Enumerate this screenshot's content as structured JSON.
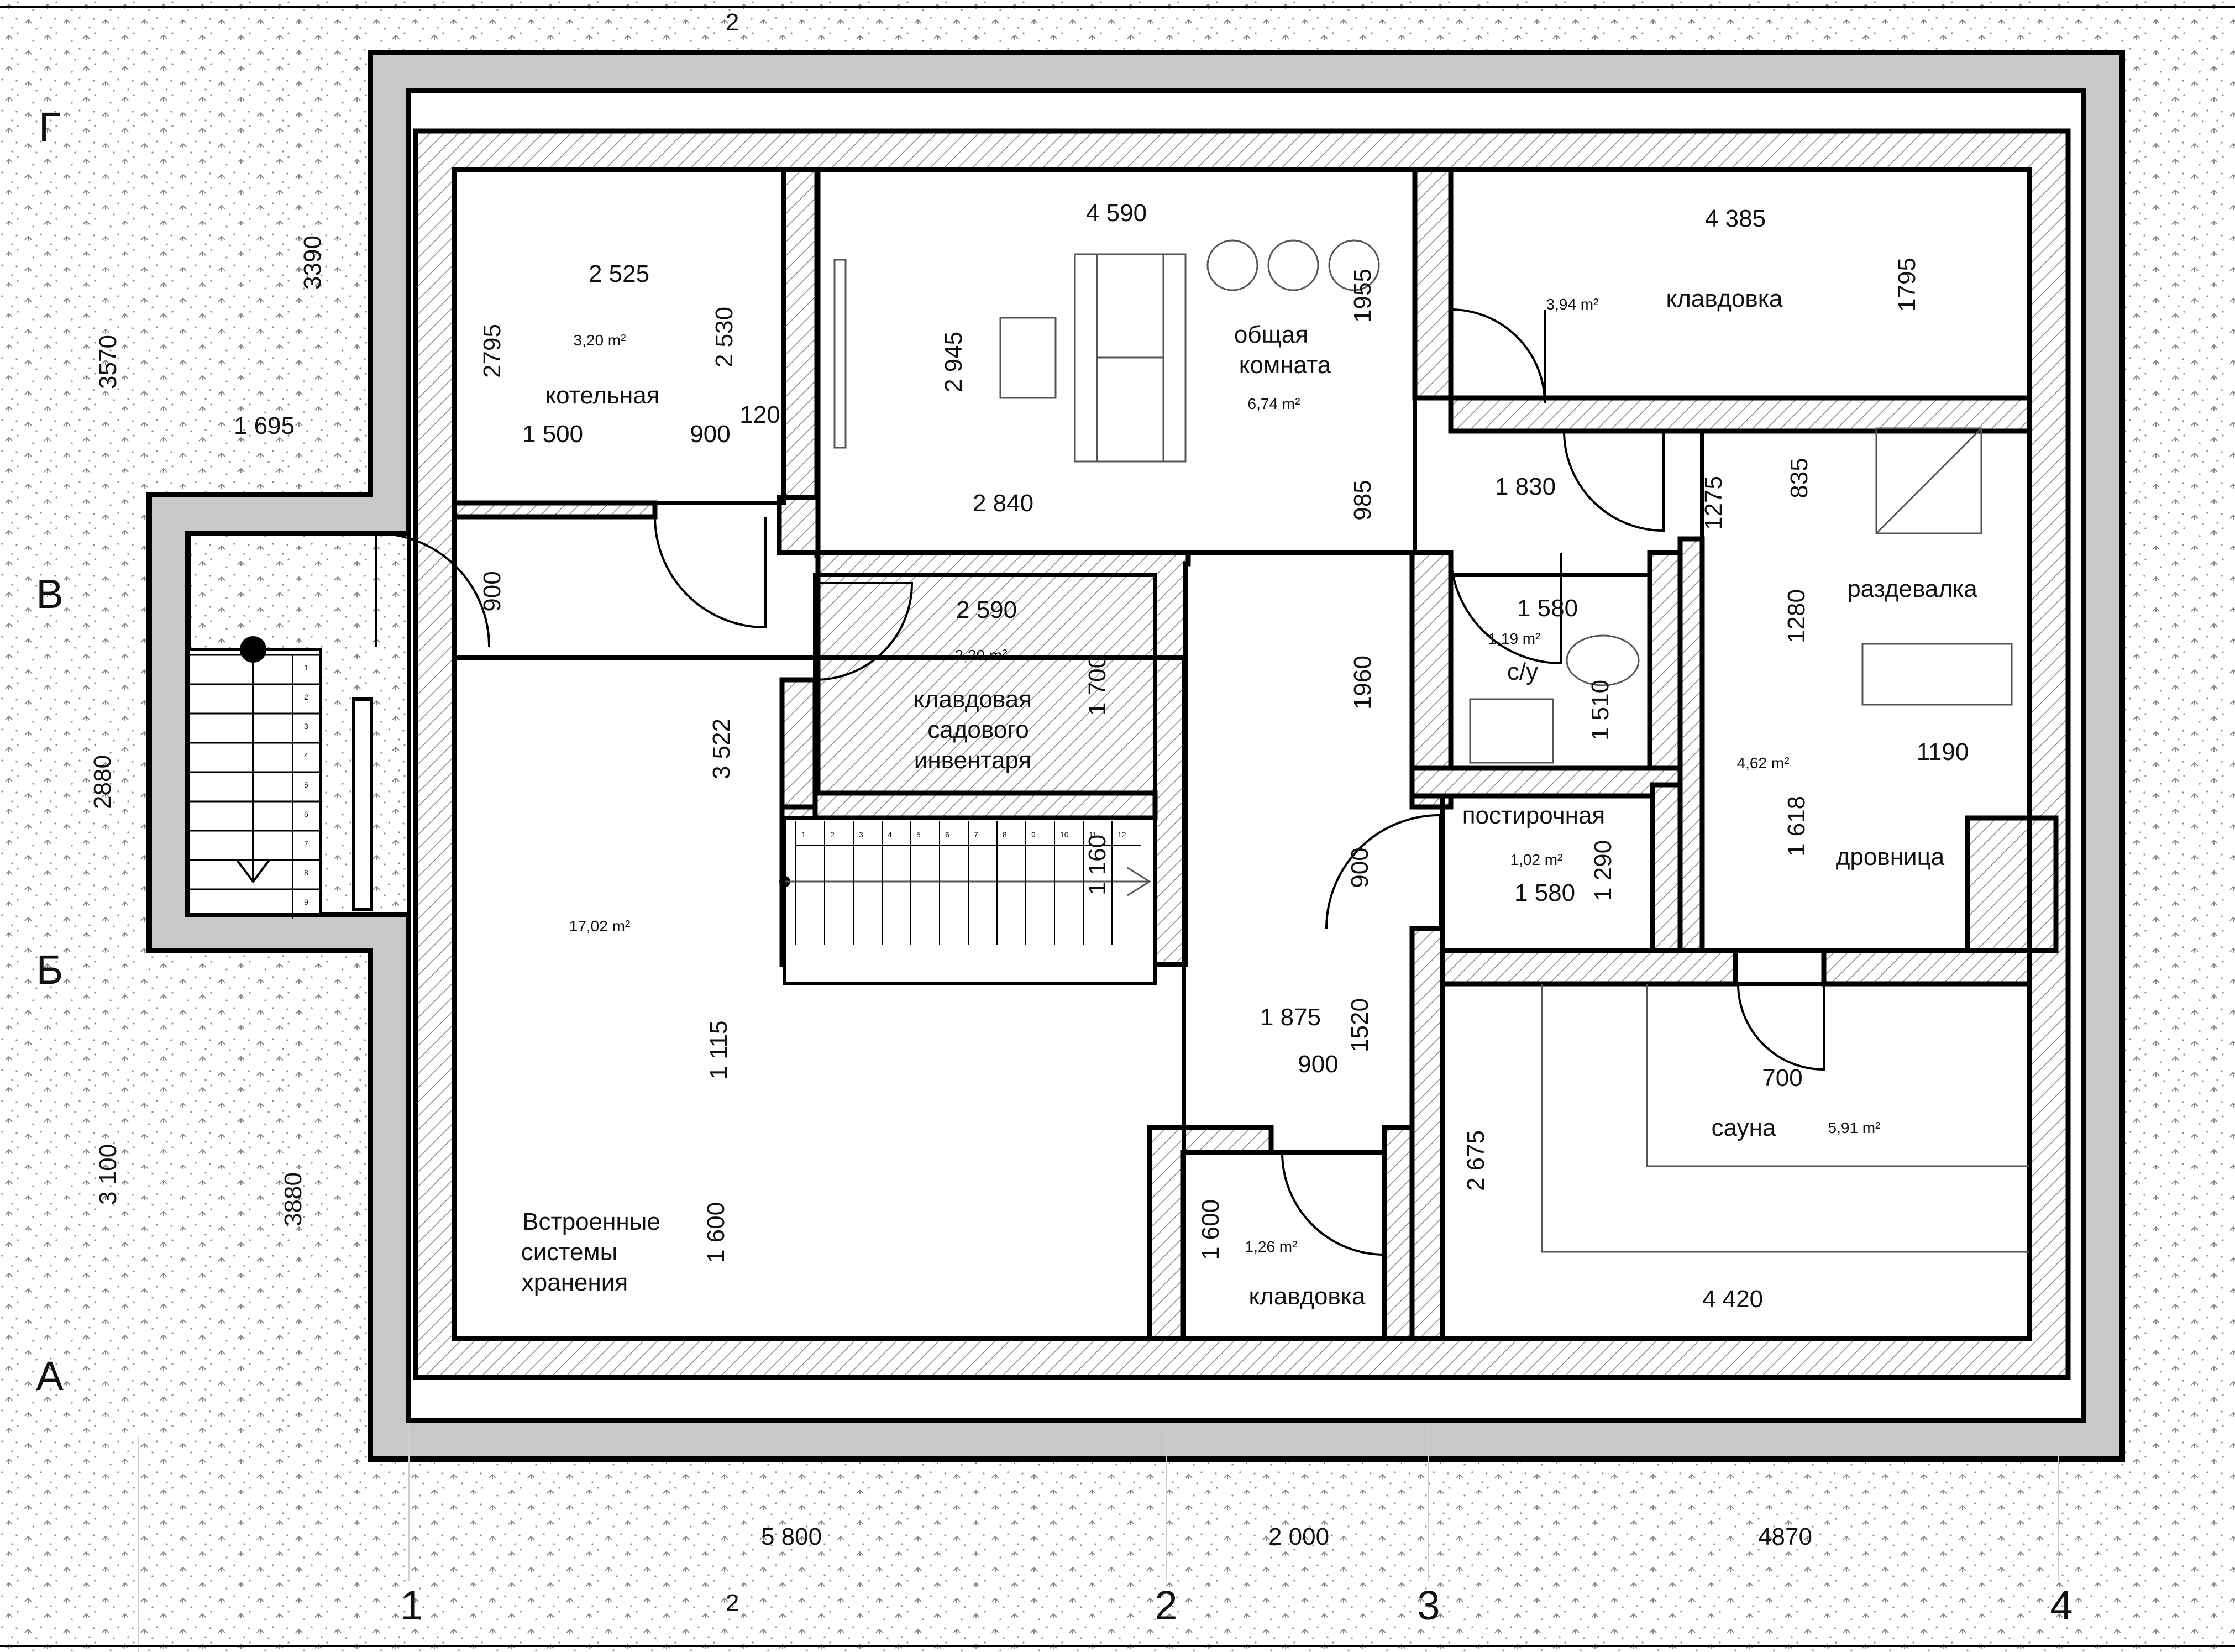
{
  "axes": {
    "columns": [
      "1",
      "2",
      "3",
      "4"
    ],
    "rows": [
      "Г",
      "В",
      "Б",
      "А"
    ],
    "top_marker": "2",
    "bottom_marker": "2"
  },
  "rooms": [
    {
      "id": "boiler",
      "name": [
        "котельная"
      ],
      "area": "3,20 m²"
    },
    {
      "id": "common",
      "name": [
        "общая",
        "комната"
      ],
      "area": "6,74 m²"
    },
    {
      "id": "pantry-ne",
      "name": [
        "клавдовка"
      ],
      "area": "3,94 m²"
    },
    {
      "id": "garden",
      "name": [
        "клавдовая",
        "садового",
        "инвентаря"
      ],
      "area": "2,20 m²"
    },
    {
      "id": "wc",
      "name": [
        "с/у"
      ],
      "area": "1,19 m²"
    },
    {
      "id": "changing",
      "name": [
        "раздевалка"
      ],
      "area": "4,62 m²"
    },
    {
      "id": "laundry",
      "name": [
        "постирочная"
      ],
      "area": "1,02 m²"
    },
    {
      "id": "woodshed",
      "name": [
        "дровница"
      ],
      "area": ""
    },
    {
      "id": "hall",
      "name": [
        "Встроенные",
        "системы",
        "хранения"
      ],
      "area": "17,02 m²"
    },
    {
      "id": "pantry-s",
      "name": [
        "клавдовка"
      ],
      "area": "1,26 m²"
    },
    {
      "id": "sauna",
      "name": [
        "сауна"
      ],
      "area": "5,91 m²"
    }
  ],
  "dimensions": {
    "d2525": "2 525",
    "d2795": "2795",
    "d2530": "2 530",
    "d1500": "1 500",
    "d900a": "900",
    "d120": "120",
    "d4590": "4 590",
    "d2945": "2 945",
    "d1955": "1955",
    "d2840": "2 840",
    "d985": "985",
    "d4385": "4 385",
    "d1795": "1795",
    "d1830": "1 830",
    "d1275": "1275",
    "d835": "835",
    "d2590": "2 590",
    "d1700": "1 700",
    "d3522": "3 522",
    "d1160": "1 160",
    "d900b": "900",
    "d1580a": "1 580",
    "d1960": "1960",
    "d1510": "1 510",
    "d1280": "1280",
    "d1190": "1190",
    "d900c": "900",
    "d1580b": "1 580",
    "d1290": "1 290",
    "d1618": "1 618",
    "d1875": "1 875",
    "d1520": "1520",
    "d900d": "900",
    "d1115": "1 115",
    "d700": "700",
    "d2675": "2 675",
    "d1600a": "1 600",
    "d1600b": "1 600",
    "d4420": "4 420",
    "d3390": "3390",
    "d3570": "3570",
    "d1695": "1 695",
    "d2880": "2880",
    "d3100": "3 100",
    "d3880": "3880",
    "d5800": "5 800",
    "d2000": "2 000",
    "d4870": "4870"
  },
  "stairs": {
    "left": [
      "1",
      "2",
      "3",
      "4",
      "5",
      "6",
      "7",
      "8",
      "9"
    ],
    "center": [
      "1",
      "2",
      "3",
      "4",
      "5",
      "6",
      "7",
      "8",
      "9",
      "10",
      "11",
      "12"
    ]
  },
  "colors": {
    "wall": "#000000",
    "wall_fill": "#c8c8c8",
    "hatch": "#888888",
    "pattern": "#8a8a8a"
  }
}
